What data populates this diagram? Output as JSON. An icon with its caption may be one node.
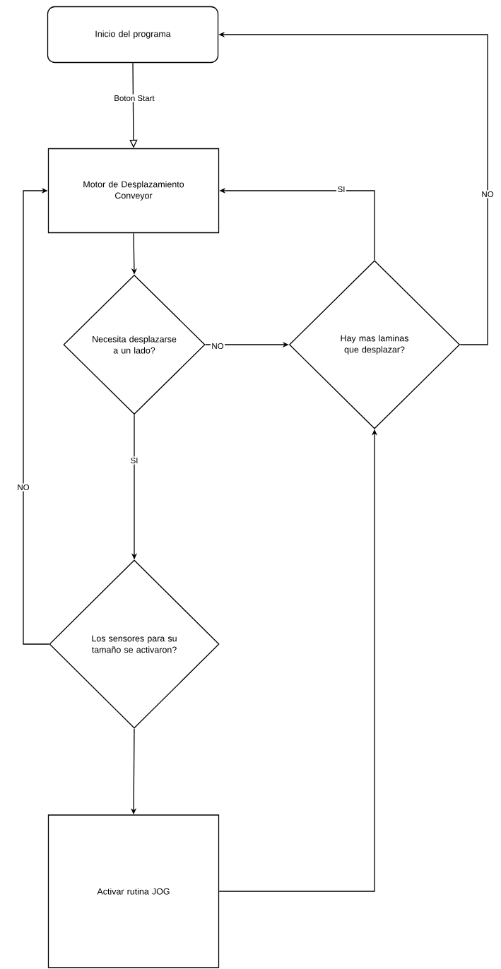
{
  "diagram": {
    "nodes": [
      {
        "text": [
          "Inicio del programa"
        ]
      },
      {
        "text": [
          "Motor de Desplazamiento Conveyor"
        ]
      },
      {
        "text": [
          "Necesita desplazarse a un lado?"
        ]
      },
      {
        "text": [
          "Hay mas laminas que desplazar?"
        ]
      },
      {
        "text": [
          "Los sensores para su tamaño se activaron?"
        ]
      },
      {
        "text": [
          "Activar rutina JOG"
        ]
      }
    ],
    "edges": [
      {
        "from": 0,
        "to": 1,
        "arrow": "to",
        "label": "Boton Start"
      },
      {
        "from": 1,
        "to": 2,
        "arrow": "to"
      },
      {
        "from": 2,
        "to": 3,
        "arrow": "to",
        "label": "NO"
      },
      {
        "from": 2,
        "to": 4,
        "arrow": "to",
        "label": "SI"
      },
      {
        "from": 4,
        "to": 1,
        "arrow": "to",
        "label": "NO"
      },
      {
        "from": 3,
        "to": 1,
        "arrow": "to",
        "label": "SI"
      },
      {
        "from": 3,
        "to": 0,
        "arrow": "to",
        "label": "NO"
      },
      {
        "from": 5,
        "to": 3,
        "arrow": "to"
      },
      {
        "from": 4,
        "to": 5,
        "arrow": "to"
      }
    ]
  }
}
